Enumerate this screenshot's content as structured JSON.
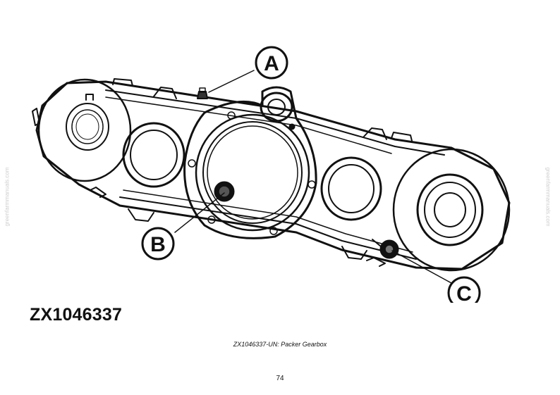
{
  "figure": {
    "callouts": [
      {
        "id": "callout-a",
        "letter": "A"
      },
      {
        "id": "callout-b",
        "letter": "B"
      },
      {
        "id": "callout-c",
        "letter": "C"
      }
    ],
    "figure_id": "ZX1046337",
    "caption": "ZX1046337-UN: Packer Gearbox"
  },
  "page_number": "74",
  "watermark": "greenfarmmanuals.com"
}
